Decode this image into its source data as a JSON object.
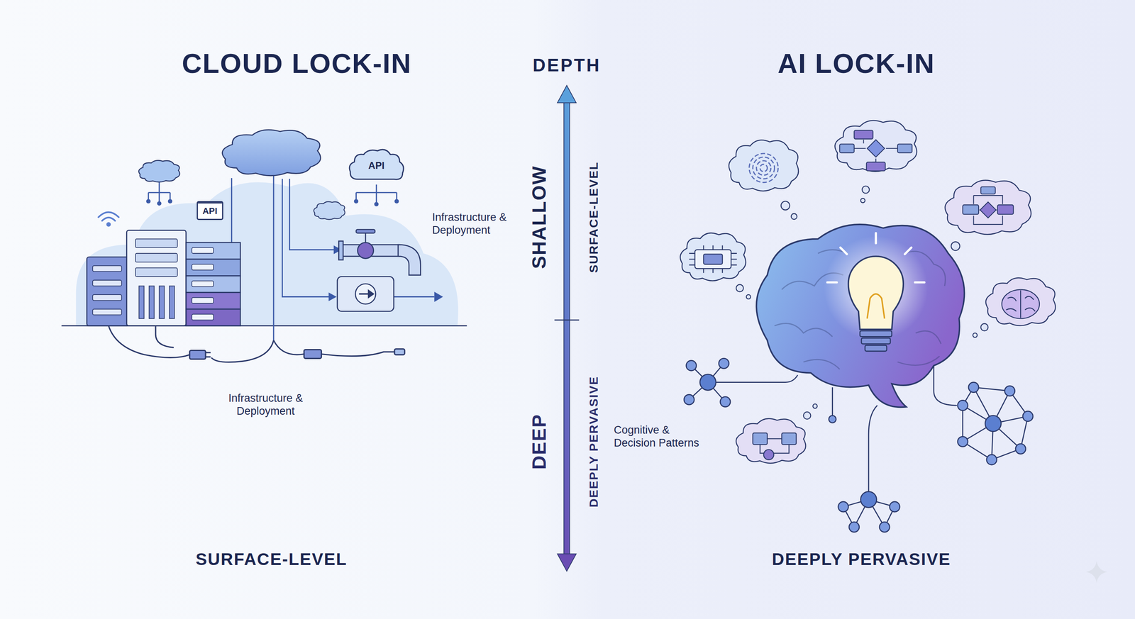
{
  "diagram": {
    "nodes": [
      {
        "text": [
          "API"
        ]
      },
      {
        "text": [
          "API"
        ]
      }
    ],
    "labels": [
      "CLOUD LOCK-IN",
      "DEPTH",
      "AI LOCK-IN",
      "SHALLOW",
      "SURFACE-LEVEL",
      "Infrastructure & Deployment",
      "Infrastructure & Deployment",
      "DEEP",
      "DEEPLY PERVASIVE",
      "Cognitive & Decision Patterns",
      "SURFACE-LEVEL",
      "DEEPLY PERVASIVE"
    ]
  }
}
